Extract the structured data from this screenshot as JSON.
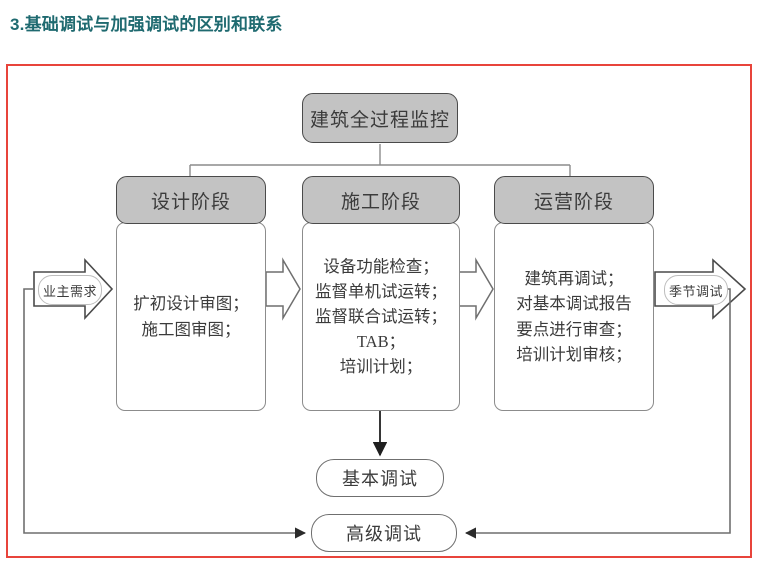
{
  "page": {
    "title": "3.基础调试与加强调试的区别和联系",
    "title_color": "#1F6A70",
    "frame_border_color": "#E8443B"
  },
  "diagram": {
    "type": "flowchart",
    "top_node": {
      "label": "建筑全过程监控",
      "fill": "#C3C3C3",
      "border": "#4a4a4a"
    },
    "stages": [
      {
        "header": "设计阶段",
        "items": [
          "扩初设计审图；",
          "施工图审图；"
        ]
      },
      {
        "header": "施工阶段",
        "items": [
          "设备功能检查；",
          "监督单机试运转；",
          "监督联合试运转；",
          "TAB；",
          "培训计划；"
        ]
      },
      {
        "header": "运营阶段",
        "items": [
          "建筑再调试；",
          "对基本调试报告",
          "要点进行审查；",
          "培训计划审核；"
        ]
      }
    ],
    "input_arrow": {
      "label": "业主需求",
      "direction": "right"
    },
    "output_arrow": {
      "label": "季节调试",
      "direction": "right"
    },
    "outputs": [
      {
        "label": "基本调试"
      },
      {
        "label": "高级调试"
      }
    ],
    "connector_arrows": [
      "design-to-construction",
      "construction-to-operation",
      "construction-to-basic-commissioning",
      "left-feedback-to-advanced-commissioning",
      "right-feedback-to-advanced-commissioning"
    ]
  }
}
